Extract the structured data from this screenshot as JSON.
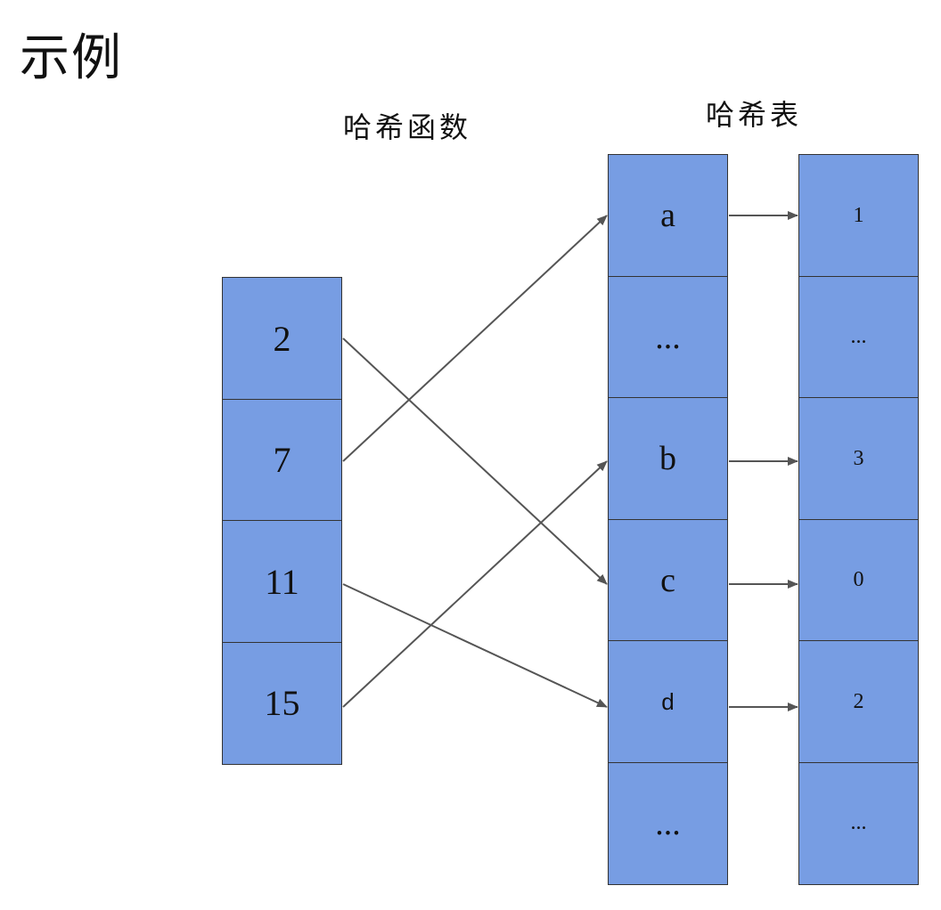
{
  "title": "示例",
  "captions": {
    "hash_function": "哈希函数",
    "hash_table": "哈希表"
  },
  "keys": [
    "2",
    "7",
    "11",
    "15"
  ],
  "buckets": [
    "a",
    "...",
    "b",
    "c",
    "d",
    "..."
  ],
  "values": [
    "1",
    "...",
    "3",
    "0",
    "2",
    "..."
  ],
  "mappings": [
    {
      "key": "2",
      "bucket": "c"
    },
    {
      "key": "7",
      "bucket": "a"
    },
    {
      "key": "11",
      "bucket": "d"
    },
    {
      "key": "15",
      "bucket": "b"
    }
  ],
  "colors": {
    "cell_fill": "#779de3",
    "cell_border": "#333333",
    "arrow": "#555555"
  }
}
